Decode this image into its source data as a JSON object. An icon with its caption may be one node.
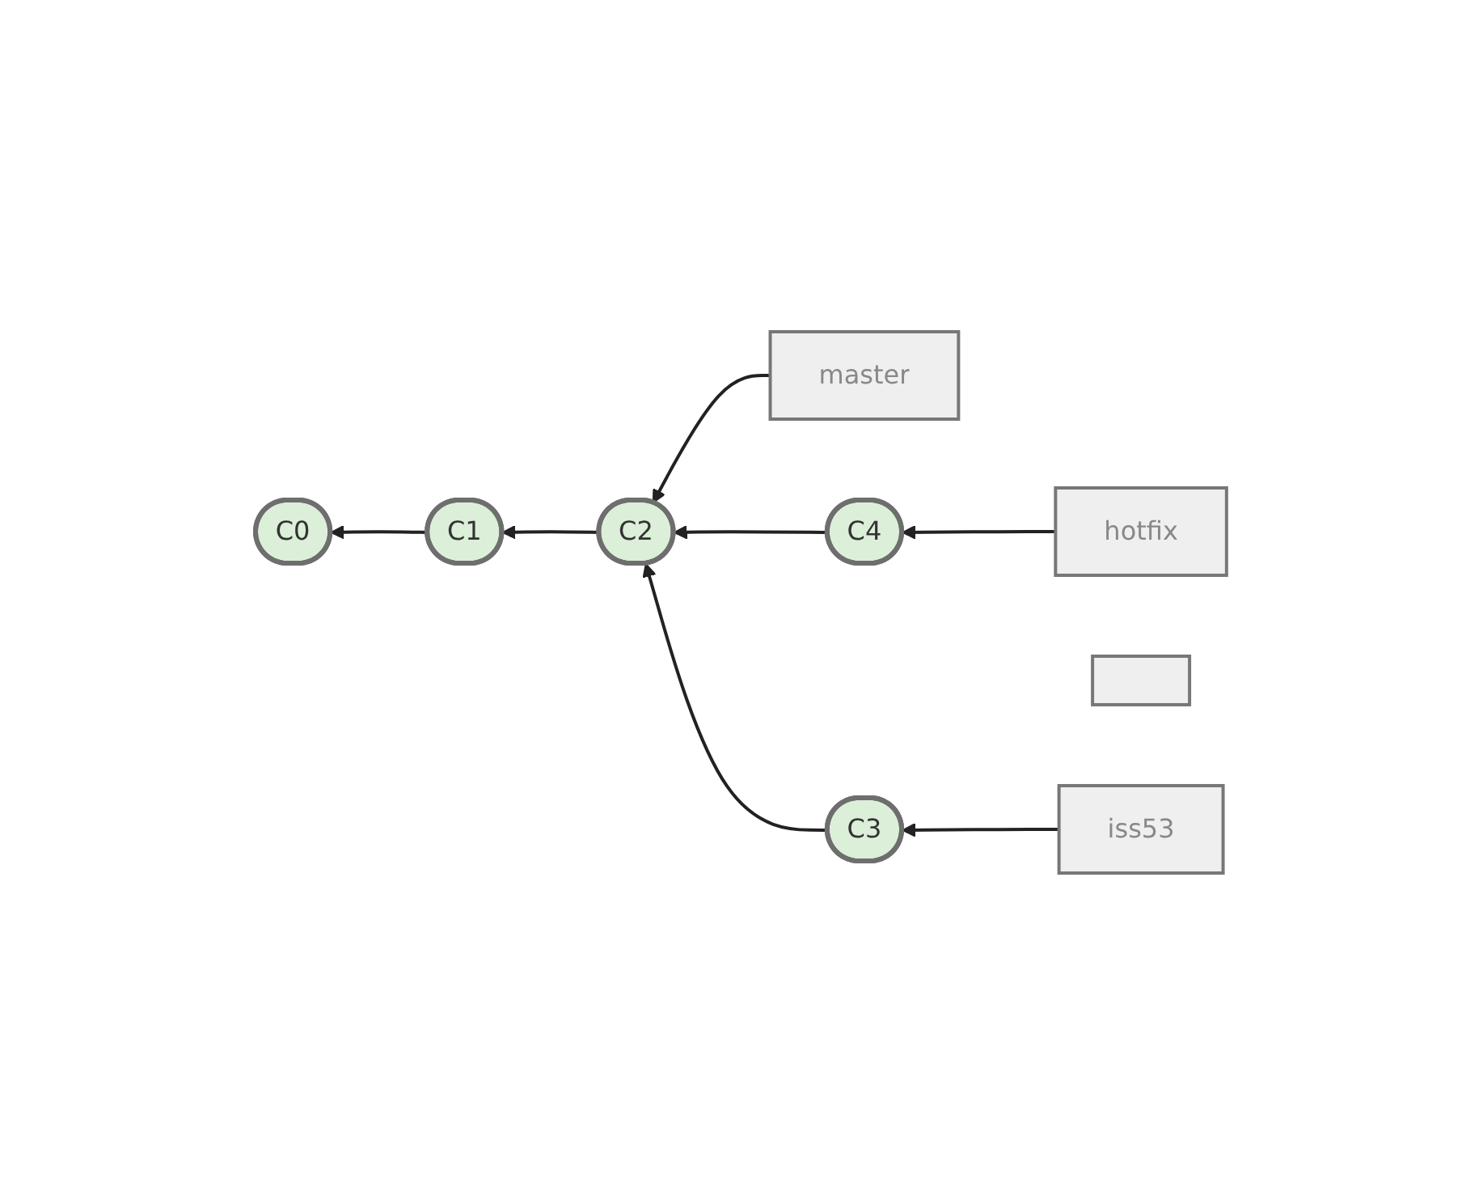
{
  "diagram": {
    "nodes": [
      {
        "text": [
          "master"
        ]
      },
      {
        "text": [
          "hotfix"
        ]
      },
      {
        "text": [
          "C0"
        ]
      },
      {
        "text": [
          "C1"
        ]
      },
      {
        "text": [
          "C2"
        ]
      },
      {
        "text": [
          "C4"
        ]
      },
      {
        "text": [
          "C3"
        ]
      },
      {
        "text": [],
        "shape": "box"
      },
      {
        "text": [
          "iss53"
        ]
      }
    ],
    "edges": [
      {
        "from": 0,
        "to": 4,
        "arrow": "to"
      },
      {
        "from": 1,
        "to": 5,
        "arrow": "to"
      },
      {
        "from": 3,
        "to": 2,
        "arrow": "to"
      },
      {
        "from": 4,
        "to": 3,
        "arrow": "to"
      },
      {
        "from": 5,
        "to": 4,
        "arrow": "to"
      },
      {
        "from": 6,
        "to": 4,
        "arrow": "to"
      },
      {
        "from": 8,
        "to": 6,
        "arrow": "to"
      }
    ]
  }
}
